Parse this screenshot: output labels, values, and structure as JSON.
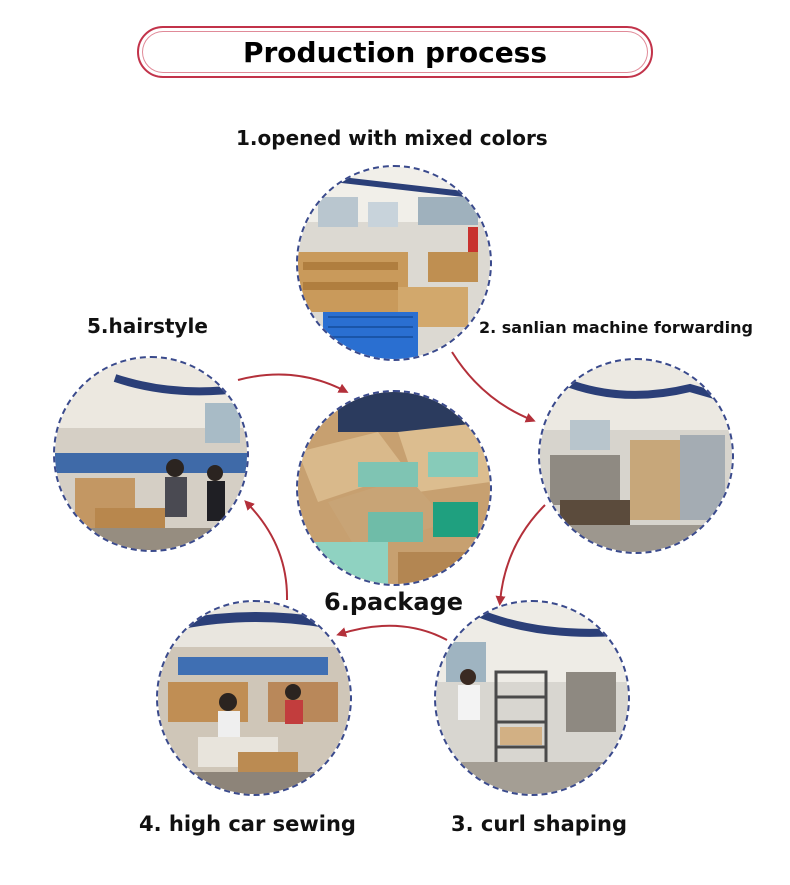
{
  "title": "Production process",
  "accent_color": "#c2334a",
  "arrow_color": "#b3303a",
  "steps": [
    {
      "label": "1.opened with mixed colors",
      "photo": "workshop-boxes-photo"
    },
    {
      "label": "2. sanlian machine forwarding",
      "photo": "machine-hall-photo"
    },
    {
      "label": "3. curl shaping",
      "photo": "curl-shaping-photo"
    },
    {
      "label": "4. high car sewing",
      "photo": "sewing-workshop-photo"
    },
    {
      "label": "5.hairstyle",
      "photo": "hairstyle-workshop-photo"
    },
    {
      "label": "6.package",
      "photo": "package-boxes-photo"
    }
  ],
  "icons": {
    "arrow": "curved-arrow-icon"
  }
}
